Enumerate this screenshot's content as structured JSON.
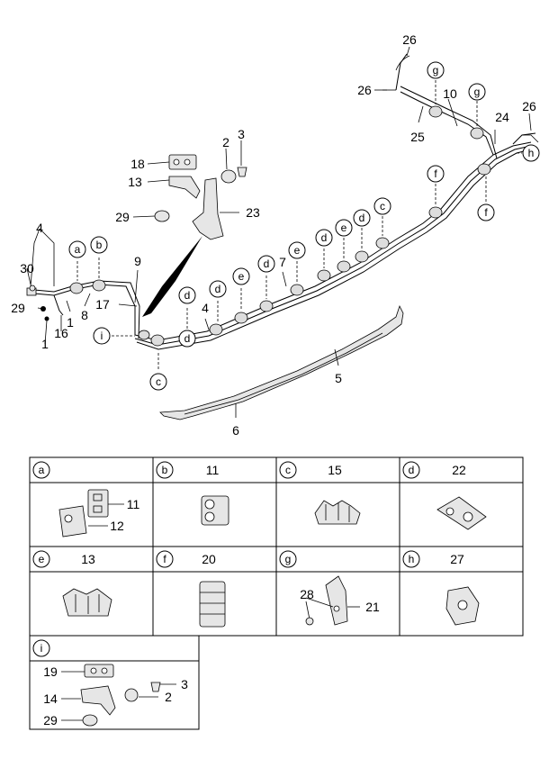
{
  "callouts": [
    "26",
    "26",
    "26",
    "g",
    "g",
    "10",
    "24",
    "25",
    "h",
    "f",
    "f",
    "c",
    "d",
    "e",
    "d",
    "e",
    "d",
    "7",
    "e",
    "d",
    "d",
    "4",
    "d",
    "9",
    "a",
    "b",
    "4",
    "30",
    "29",
    "8",
    "1",
    "16",
    "1",
    "17",
    "i",
    "c",
    "18",
    "13",
    "2",
    "3",
    "29",
    "23",
    "5",
    "6"
  ],
  "legend": [
    {
      "key": "a",
      "number": "",
      "parts": [
        "11",
        "12"
      ]
    },
    {
      "key": "b",
      "number": "11",
      "parts": []
    },
    {
      "key": "c",
      "number": "15",
      "parts": []
    },
    {
      "key": "d",
      "number": "22",
      "parts": []
    },
    {
      "key": "e",
      "number": "13",
      "parts": []
    },
    {
      "key": "f",
      "number": "20",
      "parts": []
    },
    {
      "key": "g",
      "number": "",
      "parts": [
        "28",
        "21"
      ]
    },
    {
      "key": "h",
      "number": "27",
      "parts": []
    },
    {
      "key": "i",
      "number": "",
      "parts": [
        "19",
        "3",
        "14",
        "2",
        "29"
      ]
    }
  ]
}
